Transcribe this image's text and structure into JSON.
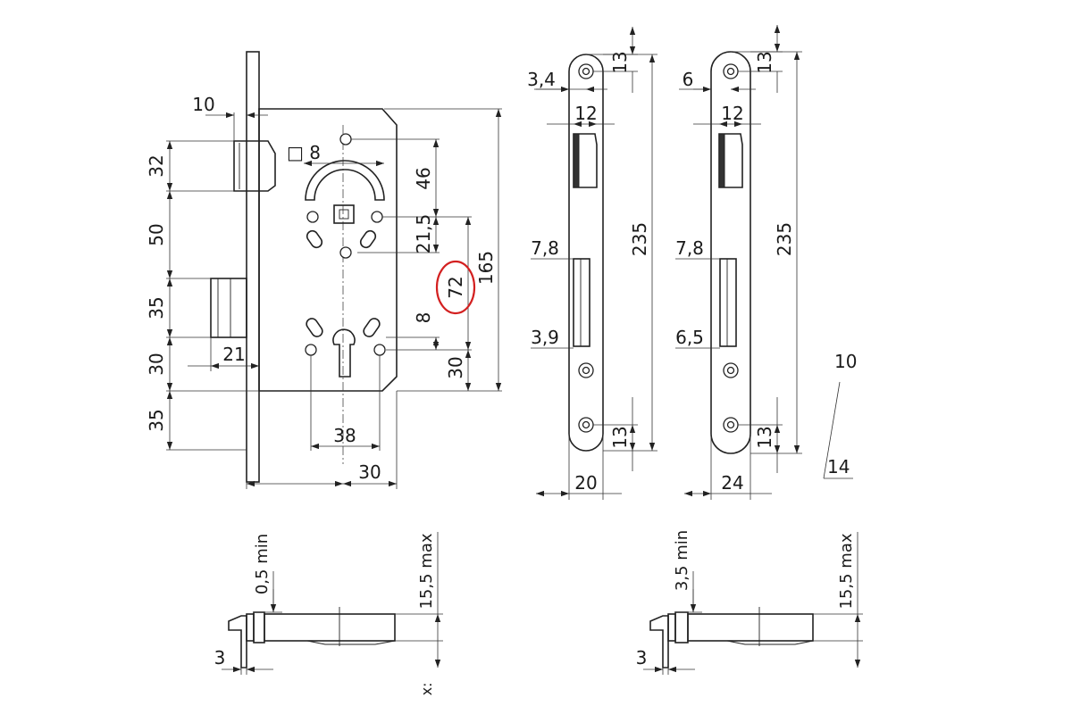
{
  "colors": {
    "line": "#222222",
    "background": "#ffffff",
    "highlight": "#d32020"
  },
  "lock_body": {
    "dims": {
      "faceplate_thickness": "10",
      "latch_height": "32",
      "latch_to_bolt": "50",
      "bolt_height": "35",
      "bolt_to_bottom": "30",
      "bottom_extension": "35",
      "bolt_throw": "21",
      "spindle_square": "□ 8",
      "spindle_top": "46",
      "spindle_offset": "21,5",
      "centre_distance": "72",
      "body_height": "165",
      "cylinder_offset": "8",
      "cylinder_bottom": "30",
      "hole_spacing": "38",
      "backset_end": "30"
    }
  },
  "faceplate_1": {
    "dims": {
      "top_hole": "13",
      "edge_offset": "3,4",
      "latch_width": "12",
      "length": "235",
      "bolt_top": "7,8",
      "bolt_bottom": "3,9",
      "bottom_hole": "13",
      "width": "20"
    }
  },
  "faceplate_2": {
    "dims": {
      "top_hole": "13",
      "edge_offset": "6",
      "latch_width": "12",
      "length": "235",
      "bolt_top": "7,8",
      "bolt_bottom": "6,5",
      "bottom_hole": "13",
      "width": "24"
    }
  },
  "side_view_1": {
    "dims": {
      "min_clearance": "0,5 min",
      "max_depth": "15,5 max",
      "lip": "3",
      "note": "x:"
    }
  },
  "side_view_2": {
    "dims": {
      "min_clearance": "3,5 min",
      "max_depth": "15,5 max",
      "lip": "3"
    }
  },
  "partial_view": {
    "dims": {
      "top": "10",
      "bottom": "14"
    }
  }
}
